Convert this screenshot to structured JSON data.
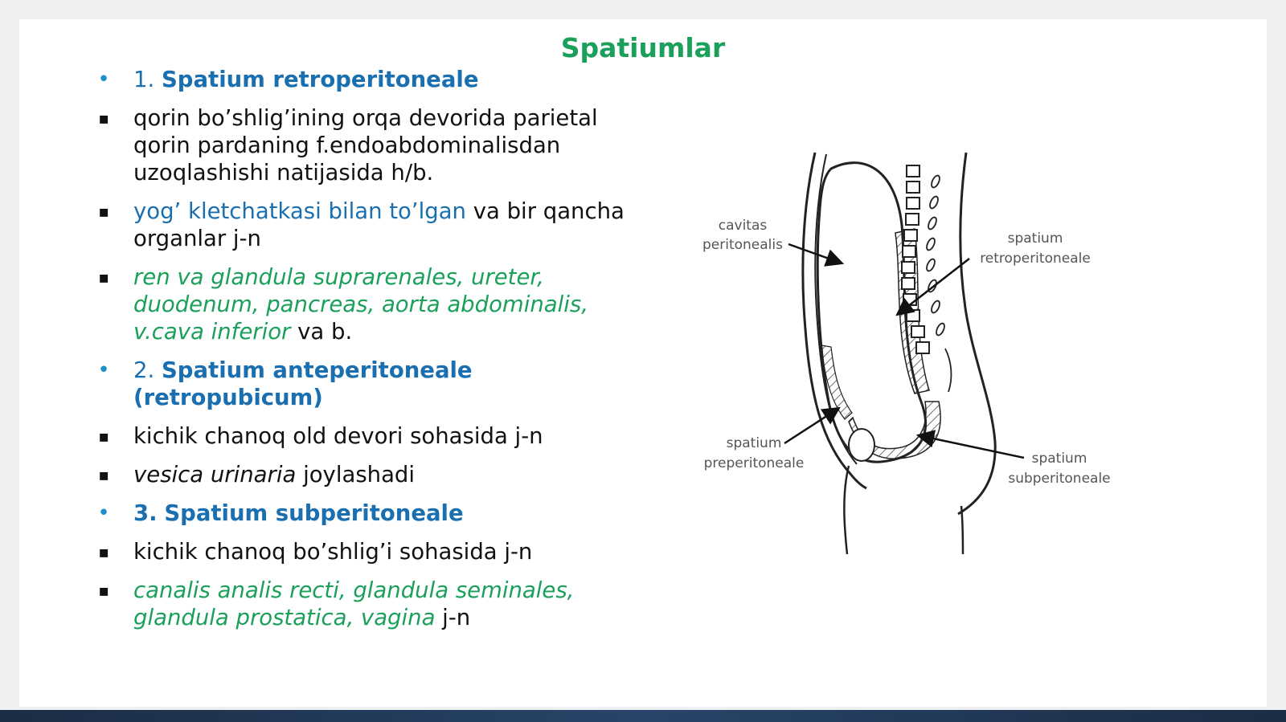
{
  "title": "Spatiumlar",
  "sections": [
    {
      "marker": "•",
      "heading_num": "1.",
      "heading_name": "Spatium retroperitoneale",
      "bullets": [
        {
          "marker": "▪",
          "p1": " qorin bo’shlig’ining orqa devorida parietal qorin pardaning f.endoabdominalisdan uzoqlashishi natijasida h/b."
        },
        {
          "marker": "▪",
          "p1": " yog’ kletchatkasi bilan to’lgan",
          "p2": " va bir qancha organlar j-n"
        },
        {
          "marker": "▪",
          "p1": " ren va glandula suprarenales, ureter, duodenum, pancreas, aorta abdominalis, v.cava inferior",
          "p2": " va b."
        }
      ]
    },
    {
      "marker": "•",
      "heading_num": "2.",
      "heading_name": " Spatium anteperitoneale (retropubicum)",
      "bullets": [
        {
          "marker": "▪",
          "p1": " kichik chanoq old devori sohasida j-n"
        },
        {
          "marker": "▪",
          "p1": " vesica urinaria",
          "p2": " joylashadi"
        }
      ]
    },
    {
      "marker": "•",
      "heading_num": "3.",
      "heading_name": "  Spatium subperitoneale",
      "bullets": [
        {
          "marker": "▪",
          "p1": " kichik chanoq bo’shlig’i sohasida j-n"
        },
        {
          "marker": "▪",
          "p1": " canalis analis recti, glandula seminales, glandula prostatica, vagina",
          "p2": " j-n"
        }
      ]
    }
  ],
  "figure_labels": {
    "cavitas_1": "cavitas",
    "cavitas_2": "peritonealis",
    "retro_1": "spatium",
    "retro_2": "retroperitoneale",
    "pre_1": "spatium",
    "pre_2": "preperitoneale",
    "sub_1": "spatium",
    "sub_2": "subperitoneale"
  }
}
